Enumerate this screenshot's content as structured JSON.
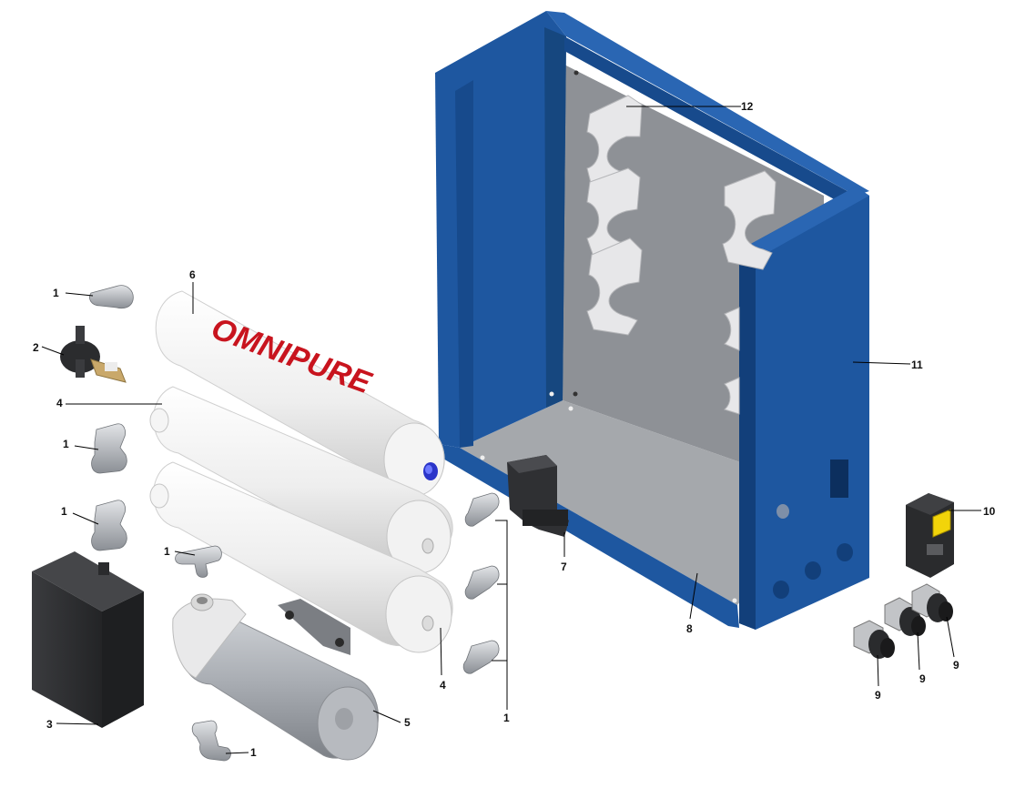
{
  "diagram": {
    "brand_text": "OMNIPURE",
    "colors": {
      "cabinet_blue": "#1e57a0",
      "cabinet_dark": "#123f7a",
      "panel_gray": "#8e9196",
      "floor_gray": "#a5a8ac",
      "cartridge_white": "#f1f1f1",
      "brand_red": "#c8141e",
      "pump_gray": "#a9adb3",
      "box_black": "#2e2f31",
      "switch_yellow": "#f2d40a",
      "valve_tan": "#c9a86a"
    },
    "callouts": {
      "c1_top": "1",
      "c1_mid_a": "1",
      "c1_mid_b": "1",
      "c1_small": "1",
      "c1_bottom": "1",
      "c1_right": "1",
      "c2": "2",
      "c3": "3",
      "c4_top": "4",
      "c4_bottom": "4",
      "c5": "5",
      "c6": "6",
      "c7": "7",
      "c8": "8",
      "c9_a": "9",
      "c9_b": "9",
      "c9_c": "9",
      "c10": "10",
      "c11": "11",
      "c12": "12"
    }
  }
}
